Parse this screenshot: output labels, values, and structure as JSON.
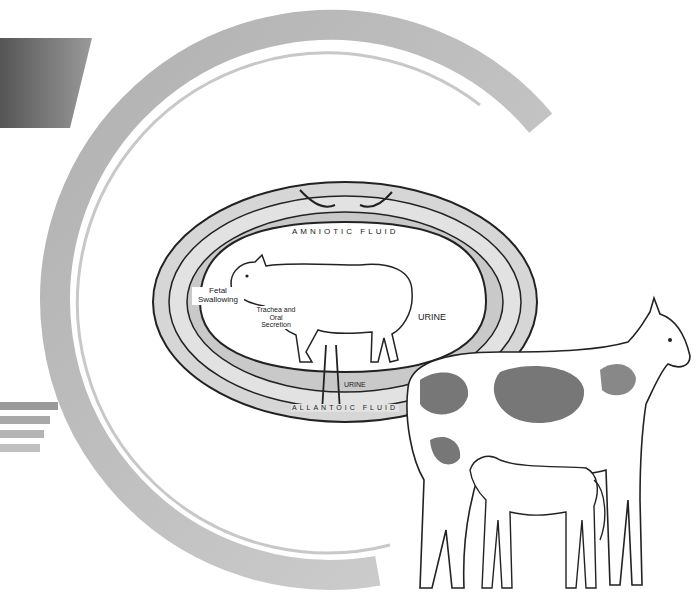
{
  "diagram": {
    "labels": [
      "AMNIOTIC FLUID",
      "Fetal Swallowing",
      "Trachea and Oral Secretion",
      "URINE",
      "URINE",
      "ALLANTOIC FLUID"
    ]
  }
}
